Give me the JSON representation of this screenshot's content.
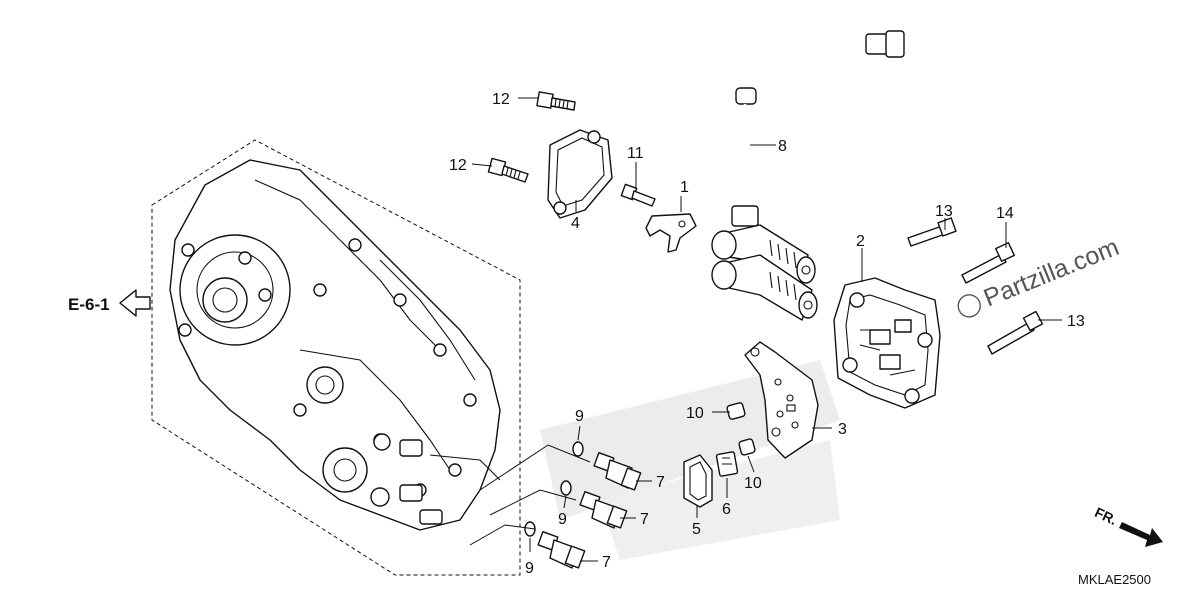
{
  "reference": {
    "label": "E-6-1"
  },
  "watermark": {
    "text": "Partzilla.com"
  },
  "direction": {
    "label": "FR."
  },
  "diagram_code": "MKLAE2500",
  "callouts": {
    "c1": "1",
    "c2": "2",
    "c3": "3",
    "c4": "4",
    "c5": "5",
    "c6": "6",
    "c7a": "7",
    "c7b": "7",
    "c7c": "7",
    "c8": "8",
    "c9a": "9",
    "c9b": "9",
    "c9c": "9",
    "c10a": "10",
    "c10b": "10",
    "c11": "11",
    "c12a": "12",
    "c12b": "12",
    "c13a": "13",
    "c13b": "13",
    "c14": "14"
  }
}
